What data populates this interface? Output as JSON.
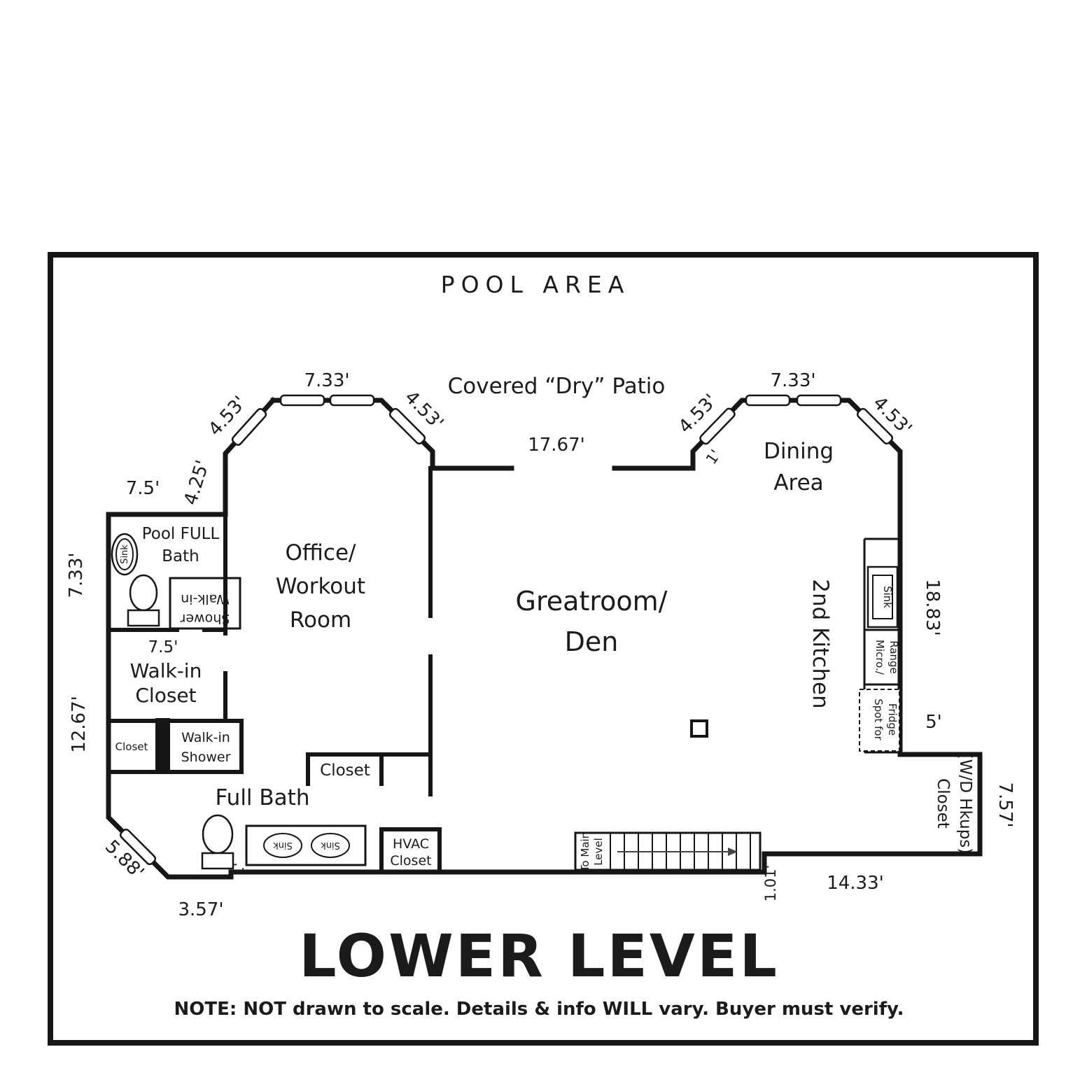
{
  "page": {
    "pool_area": "POOL AREA",
    "title": "LOWER LEVEL",
    "note": "NOTE: NOT drawn to scale. Details & info WILL vary. Buyer must verify."
  },
  "rooms": {
    "patio": "Covered “Dry” Patio",
    "dining1": "Dining",
    "dining2": "Area",
    "office1": "Office/",
    "office2": "Workout",
    "office3": "Room",
    "great1": "Greatroom/",
    "great2": "Den",
    "kitchen": "2nd Kitchen",
    "pool_bath1": "Pool FULL",
    "pool_bath2": "Bath",
    "wic1": "Walk-in",
    "wic2": "Closet",
    "small_closet": "Closet",
    "shower1": "Walk-in",
    "shower2": "Shower",
    "pool_shower1": "Walk-in",
    "pool_shower2": "Shower",
    "full_bath": "Full Bath",
    "center_closet": "Closet",
    "hvac1": "HVAC",
    "hvac2": "Closet",
    "stairs1": "To Main",
    "stairs2": "Level",
    "wd1": "Closet",
    "wd2": "(W/D Hkups)"
  },
  "fixtures": {
    "sink": "Sink",
    "micro1": "Micro./",
    "micro2": "Range",
    "fridge1": "Spot for",
    "fridge2": "Fridge"
  },
  "dims": {
    "tl733": "7.33'",
    "l453": "4.53'",
    "l453b": "4.53'",
    "l425": "4.25'",
    "pb75": "7.5'",
    "l733": "7.33'",
    "wic75": "7.5'",
    "l1267": "12.67'",
    "c588": "5.88'",
    "b357": "3.57'",
    "b1": "1'",
    "patio1767": "17.67'",
    "r453a": "4.53'",
    "tr733": "7.33'",
    "r453b": "4.53'",
    "d1": "1'",
    "r1883": "18.83'",
    "c5": "5'",
    "r757": "7.57'",
    "s101": "1.01'",
    "b1433": "14.33'"
  }
}
